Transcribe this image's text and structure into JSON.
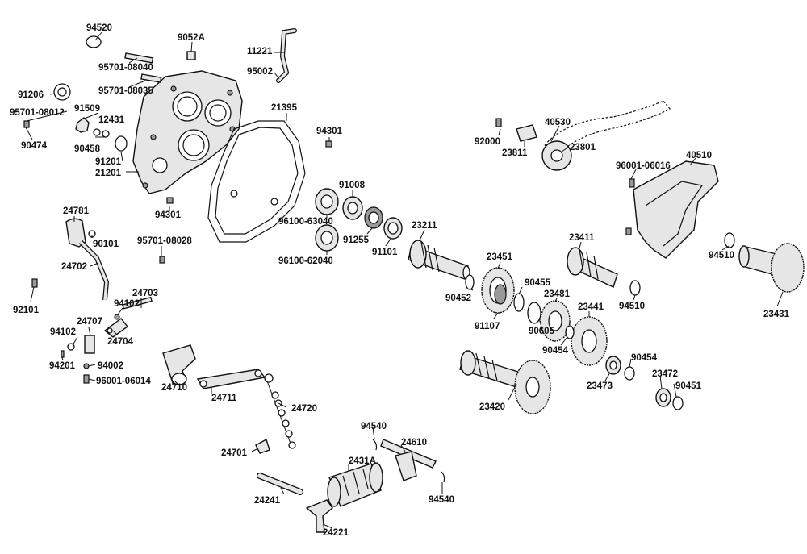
{
  "callouts": [
    "94520",
    "9052A",
    "11221",
    "95701-08040",
    "95002",
    "95701-08035",
    "91206",
    "91509",
    "95701-08012",
    "12431",
    "90474",
    "90458",
    "91201",
    "21201",
    "21395",
    "94301",
    "94301",
    "92000",
    "40530",
    "23811",
    "23801",
    "40510",
    "96001-06016",
    "91008",
    "96100-63040",
    "91255",
    "96100-62040",
    "91101",
    "24781",
    "90101",
    "95701-08028",
    "24702",
    "23211",
    "23411",
    "94510",
    "23451",
    "90455",
    "23481",
    "90452",
    "94510",
    "23431",
    "24703",
    "94102",
    "92101",
    "24707",
    "94102",
    "24704",
    "91107",
    "90605",
    "90454",
    "23441",
    "94201",
    "94002",
    "96001-06014",
    "24710",
    "24711",
    "24720",
    "90454",
    "23473",
    "23472",
    "90451",
    "23420",
    "94540",
    "24610",
    "24701",
    "2431A",
    "24241",
    "94540",
    "24221"
  ]
}
